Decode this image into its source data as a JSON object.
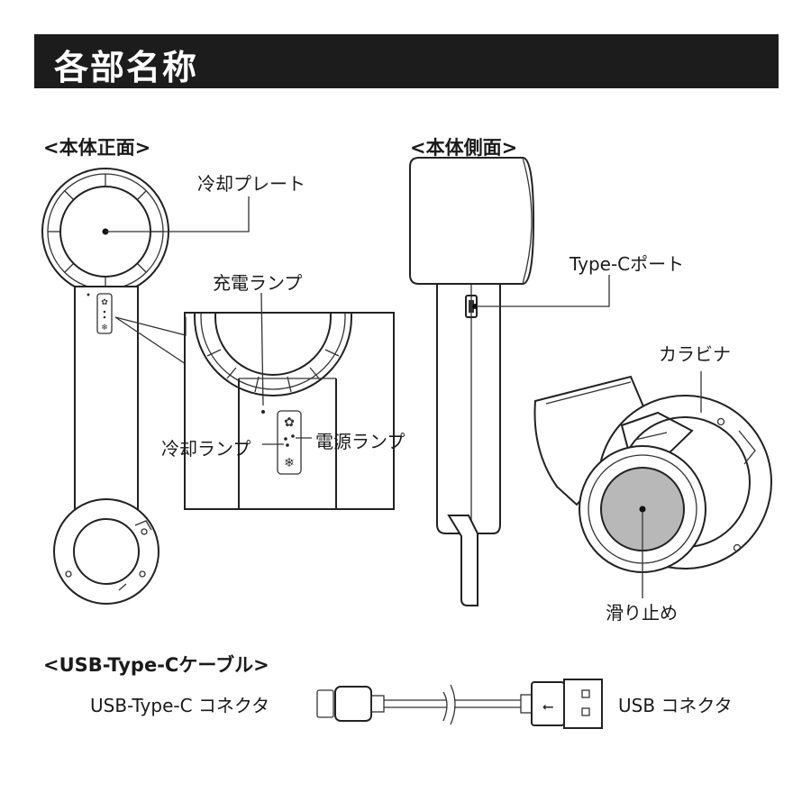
{
  "header": {
    "title": "各部名称"
  },
  "front": {
    "heading": "<本体正面>",
    "cooling_plate": "冷却プレート",
    "charge_lamp": "充電ランプ",
    "cooling_lamp": "冷却ランプ",
    "power_lamp": "電源ランプ"
  },
  "side": {
    "heading": "<本体側面>",
    "typec_port": "Type-Cポート",
    "carabiner": "カラビナ",
    "anti_slip": "滑り止め"
  },
  "cable": {
    "heading": "<USB-Type-Cケーブル>",
    "typec_connector": "USB-Type-C  コネクタ",
    "usb_connector": "USB コネクタ"
  },
  "colors": {
    "header_bg": "#1c1c1c",
    "header_text": "#ffffff",
    "anti_slip_fill": "#b8b8b8"
  }
}
